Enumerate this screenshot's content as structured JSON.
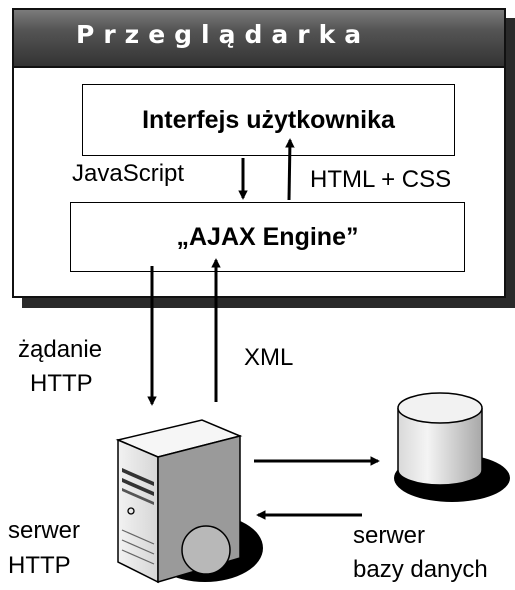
{
  "browser": {
    "title": "Przeglądarka"
  },
  "boxes": {
    "ui": "Interfejs użytkownika",
    "engine": "„AJAX Engine”"
  },
  "labels": {
    "javascript": "JavaScript",
    "html_css": "HTML + CSS",
    "request_line1": "żądanie",
    "request_line2": "HTTP",
    "xml": "XML",
    "server_line1": "serwer",
    "server_line2": "HTTP",
    "db_line1": "serwer",
    "db_line2": "bazy danych"
  }
}
